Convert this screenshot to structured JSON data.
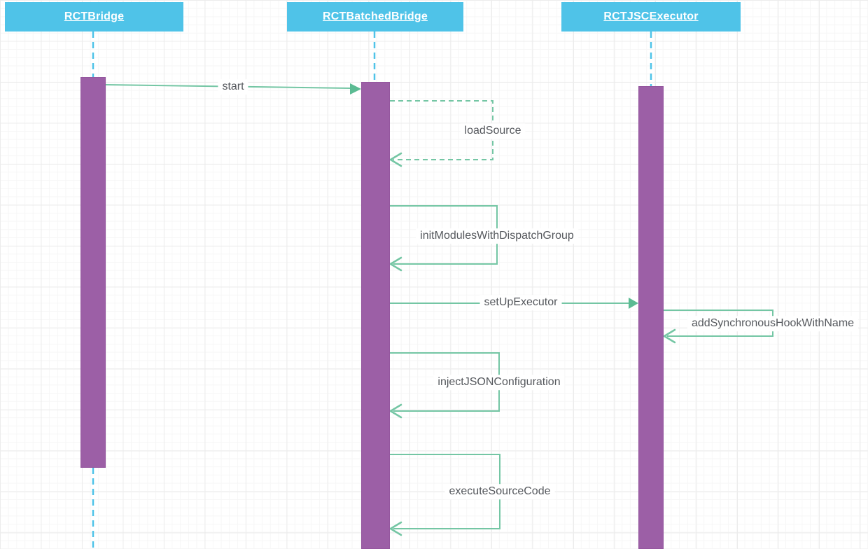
{
  "diagram_type": "uml-sequence",
  "participants": [
    {
      "name": "RCTBridge"
    },
    {
      "name": "RCTBatchedBridge"
    },
    {
      "name": "RCTJSCExecutor"
    }
  ],
  "messages": [
    {
      "label": "start",
      "from": "RCTBridge",
      "to": "RCTBatchedBridge",
      "line": "solid",
      "type": "message"
    },
    {
      "label": "loadSource",
      "from": "RCTBatchedBridge",
      "to": "RCTBatchedBridge",
      "line": "dashed",
      "type": "self-message"
    },
    {
      "label": "initModulesWithDispatchGroup",
      "from": "RCTBatchedBridge",
      "to": "RCTBatchedBridge",
      "line": "solid",
      "type": "self-message"
    },
    {
      "label": "setUpExecutor",
      "from": "RCTBatchedBridge",
      "to": "RCTJSCExecutor",
      "line": "solid",
      "type": "message"
    },
    {
      "label": "addSynchronousHookWithName",
      "from": "RCTJSCExecutor",
      "to": "RCTJSCExecutor",
      "line": "solid",
      "type": "self-message"
    },
    {
      "label": "injectJSONConfiguration",
      "from": "RCTBatchedBridge",
      "to": "RCTBatchedBridge",
      "line": "solid",
      "type": "self-message"
    },
    {
      "label": "executeSourceCode",
      "from": "RCTBatchedBridge",
      "to": "RCTBatchedBridge",
      "line": "solid",
      "type": "self-message"
    }
  ],
  "colors": {
    "participant_fill": "#4fc3e8",
    "participant_text": "#ffffff",
    "activation_fill": "#9c5fa6",
    "message_line": "#74c6a4",
    "lifeline": "#4fc3e8",
    "label_text": "#55585d",
    "grid_minor": "#f6f6f6",
    "grid_major": "#ececec"
  }
}
